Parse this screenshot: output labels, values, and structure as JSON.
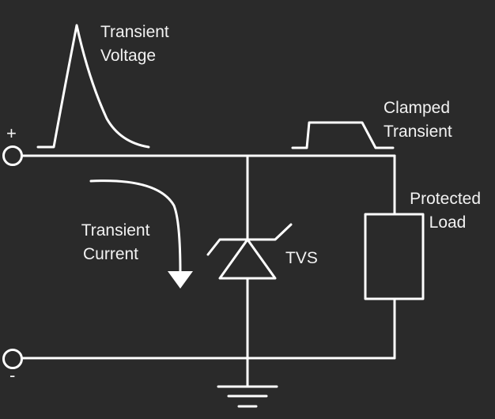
{
  "labels": {
    "transient_voltage": [
      "Transient",
      "Voltage"
    ],
    "clamped_transient": [
      "Clamped",
      "Transient"
    ],
    "protected_load": [
      "Protected",
      "Load"
    ],
    "transient_current": [
      "Transient",
      "Current"
    ],
    "tvs": "TVS",
    "plus": "+",
    "minus": "-"
  },
  "colors": {
    "background": "#2a2a2a",
    "line": "#ffffff",
    "text": "#f2f2f2"
  }
}
